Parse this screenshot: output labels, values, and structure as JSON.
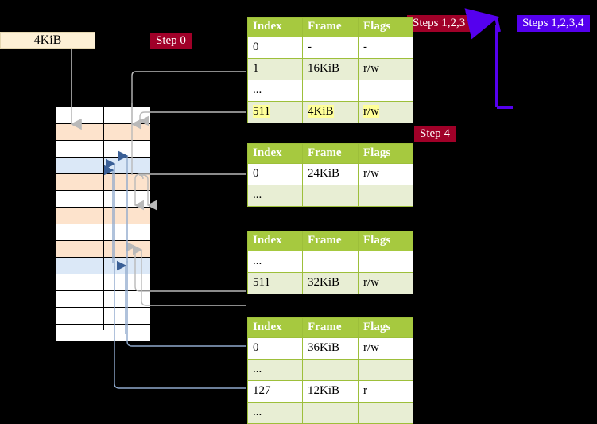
{
  "labels": {
    "kib_box": "4KiB",
    "step0": "Step 0",
    "steps123": "Steps 1,2,3",
    "steps1234": "Steps 1,2,3,4",
    "step4": "Step 4"
  },
  "colors": {
    "table_header": "#a6c93f",
    "table_border": "#9dbf3a",
    "table_alt_row": "#e8eed4",
    "highlight": "#ffff99",
    "badge_red": "#a00028",
    "badge_violet": "#5500ee",
    "kib_box_bg": "#fdf0d5",
    "mem_orange": "#fde3cc",
    "mem_blue": "#dbe8f7",
    "arrow_gray": "#b4b4b4",
    "arrow_blue": "#4a6fa5"
  },
  "tables": [
    {
      "name": "pml4-table",
      "headers": [
        "Index",
        "Frame",
        "Flags"
      ],
      "rows": [
        {
          "cells": [
            "0",
            "-",
            "-"
          ],
          "style": "plain",
          "highlight": false
        },
        {
          "cells": [
            "1",
            "16KiB",
            "r/w"
          ],
          "style": "alt",
          "highlight": false
        },
        {
          "cells": [
            "...",
            "",
            ""
          ],
          "style": "plain",
          "highlight": false
        },
        {
          "cells": [
            "511",
            "4KiB",
            "r/w"
          ],
          "style": "alt",
          "highlight": true
        }
      ]
    },
    {
      "name": "pdpt-table",
      "headers": [
        "Index",
        "Frame",
        "Flags"
      ],
      "rows": [
        {
          "cells": [
            "0",
            "24KiB",
            "r/w"
          ],
          "style": "plain",
          "highlight": false
        },
        {
          "cells": [
            "...",
            "",
            ""
          ],
          "style": "alt",
          "highlight": false
        }
      ]
    },
    {
      "name": "pd-table",
      "headers": [
        "Index",
        "Frame",
        "Flags"
      ],
      "rows": [
        {
          "cells": [
            "...",
            "",
            ""
          ],
          "style": "plain",
          "highlight": false
        },
        {
          "cells": [
            "511",
            "32KiB",
            "r/w"
          ],
          "style": "alt",
          "highlight": false
        }
      ]
    },
    {
      "name": "pt-table",
      "headers": [
        "Index",
        "Frame",
        "Flags"
      ],
      "rows": [
        {
          "cells": [
            "0",
            "36KiB",
            "r/w"
          ],
          "style": "plain",
          "highlight": false
        },
        {
          "cells": [
            "...",
            "",
            ""
          ],
          "style": "alt",
          "highlight": false
        },
        {
          "cells": [
            "127",
            "12KiB",
            "r"
          ],
          "style": "plain",
          "highlight": false
        },
        {
          "cells": [
            "...",
            "",
            ""
          ],
          "style": "alt",
          "highlight": false
        }
      ]
    }
  ],
  "memory_grid": {
    "name": "physical-memory-grid",
    "rows": [
      {
        "fill": "white"
      },
      {
        "fill": "orange"
      },
      {
        "fill": "white"
      },
      {
        "fill": "blue"
      },
      {
        "fill": "orange"
      },
      {
        "fill": "white"
      },
      {
        "fill": "orange"
      },
      {
        "fill": "white"
      },
      {
        "fill": "orange"
      },
      {
        "fill": "blue"
      },
      {
        "fill": "white"
      },
      {
        "fill": "white"
      },
      {
        "fill": "white"
      },
      {
        "fill": "white"
      }
    ]
  }
}
